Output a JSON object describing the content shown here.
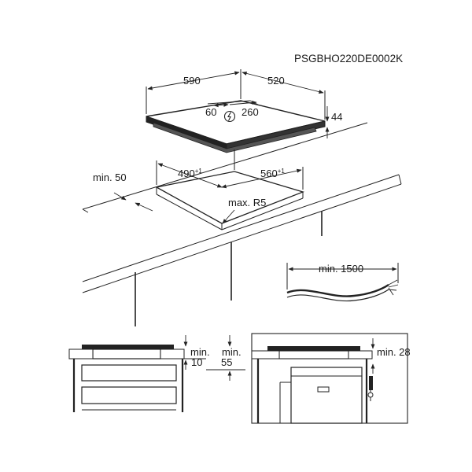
{
  "product_code": "PSGBHO220DE0002K",
  "dimensions": {
    "hob_width": "590",
    "hob_depth": "520",
    "hob_height": "44",
    "connection_offset_left": "60",
    "connection_offset_right": "260",
    "cutout_width": "560",
    "cutout_width_tol": "+1",
    "cutout_depth": "490",
    "cutout_depth_tol": "+1",
    "min_front_distance": "min. 50",
    "max_corner_radius": "max. R5",
    "min_cable_length": "min. 1500"
  },
  "left_section": {
    "min_label_a": "min.",
    "min_value_a": "10",
    "min_label_b": "min.",
    "min_value_b": "55"
  },
  "right_section": {
    "min_gap": "min. 28"
  },
  "icons": {
    "power": "electrical-connection-icon"
  }
}
